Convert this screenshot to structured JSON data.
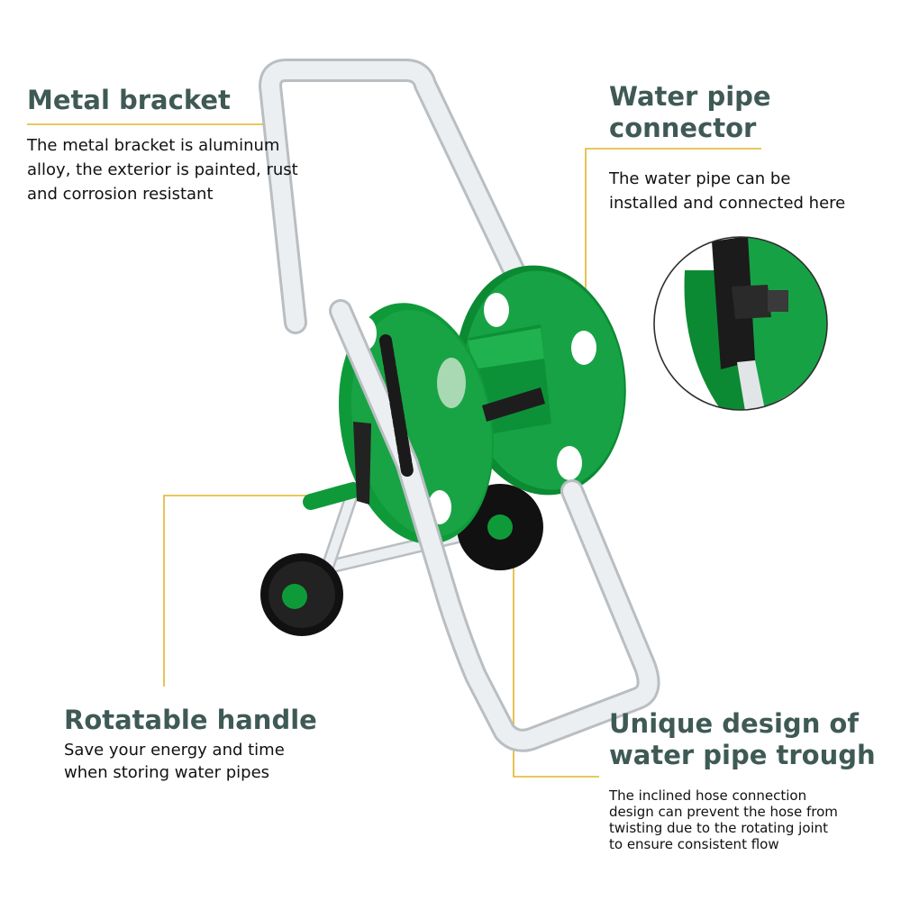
{
  "metal_bracket": {
    "title": "Metal bracket",
    "body": "The metal bracket is aluminum\nalloy, the exterior is painted, rust\nand corrosion resistant"
  },
  "water_pipe_connector": {
    "title": "Water pipe\nconnector",
    "body": "The water pipe can be\ninstalled and connected here"
  },
  "rotatable_handle": {
    "title": "Rotatable handle",
    "body": "Save your energy and time\nwhen storing water pipes"
  },
  "pipe_trough": {
    "title": "Unique design of\nwater pipe trough",
    "body": "The inclined hose connection\ndesign can prevent the hose from\ntwisting due to the rotating joint\nto ensure consistent flow"
  },
  "colors": {
    "heading": "#3f5a55",
    "leader_line": "#e0b52a",
    "reel_green": "#0f9a3a",
    "frame_white": "#e9ecee"
  },
  "icons": [
    "hose-reel-cart-image",
    "connector-detail-image"
  ]
}
